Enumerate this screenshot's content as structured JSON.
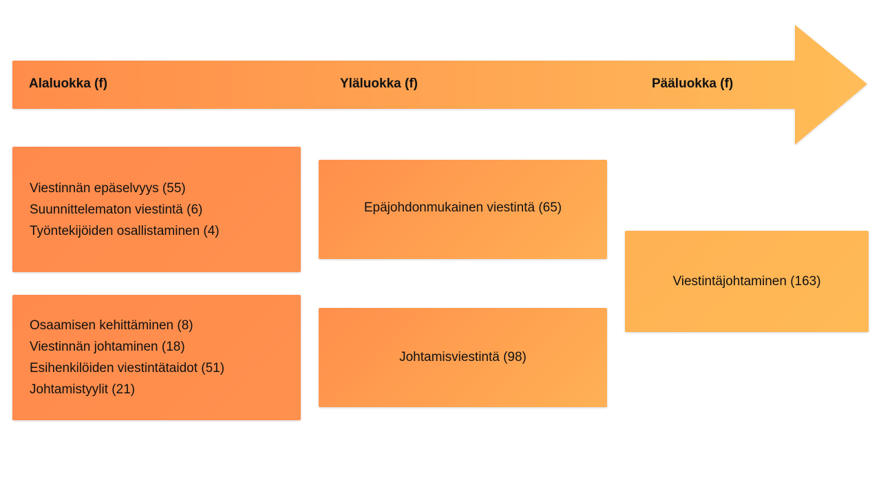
{
  "header": {
    "sub_category": "Alaluokka (f)",
    "upper_category": "Yläluokka (f)",
    "main_category": "Pääluokka (f)"
  },
  "sub_categories": {
    "group_1": [
      "Viestinnän epäselvyys (55)",
      "Suunnittelematon viestintä (6)",
      "Työntekijöiden osallistaminen (4)"
    ],
    "group_2": [
      "Osaamisen kehittäminen (8)",
      "Viestinnän johtaminen (18)",
      "Esihenkilöiden viestintätaidot (51)",
      "Johtamistyylit (21)"
    ]
  },
  "upper_categories": [
    "Epäjohdonmukainen viestintä (65)",
    "Johtamisviestintä (98)"
  ],
  "main_category": "Viestintäjohtaminen (163)",
  "colors": {
    "arrow_start": "#ff8c4b",
    "arrow_end": "#ffbd58",
    "box_dark": "#ff8c4d",
    "box_mid": "#ffa452",
    "box_light": "#ffb755",
    "text": "#111111"
  }
}
